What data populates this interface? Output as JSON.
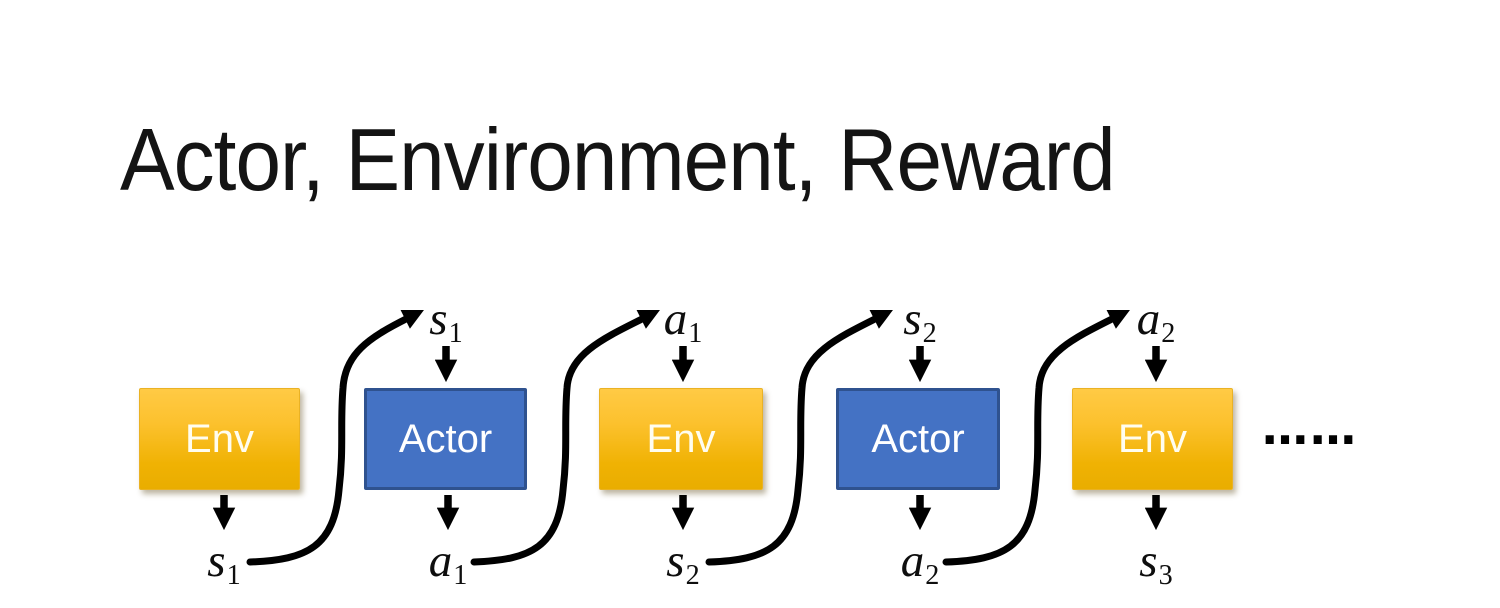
{
  "slide": {
    "title": "Actor, Environment, Reward",
    "ellipsis": "……"
  },
  "diagram": {
    "boxes": [
      {
        "label": "Env",
        "type": "env"
      },
      {
        "label": "Actor",
        "type": "actor"
      },
      {
        "label": "Env",
        "type": "env"
      },
      {
        "label": "Actor",
        "type": "actor"
      },
      {
        "label": "Env",
        "type": "env"
      }
    ],
    "top_labels": [
      {
        "base": "s",
        "sub": "1"
      },
      {
        "base": "a",
        "sub": "1"
      },
      {
        "base": "s",
        "sub": "2"
      },
      {
        "base": "a",
        "sub": "2"
      }
    ],
    "bottom_labels": [
      {
        "base": "s",
        "sub": "1"
      },
      {
        "base": "a",
        "sub": "1"
      },
      {
        "base": "s",
        "sub": "2"
      },
      {
        "base": "a",
        "sub": "2"
      },
      {
        "base": "s",
        "sub": "3"
      }
    ],
    "flow_description": "Env outputs state to Actor, Actor outputs action to Env, repeating",
    "colors": {
      "env_fill_top": "#FFCA45",
      "env_fill_bottom": "#E9AD00",
      "env_border": "#EAB224",
      "actor_fill": "#4472C4",
      "actor_border": "#2F528F",
      "box_text": "#FFFFFF",
      "arrow": "#000000",
      "title_text": "#141414",
      "background": "#FFFFFF"
    }
  }
}
